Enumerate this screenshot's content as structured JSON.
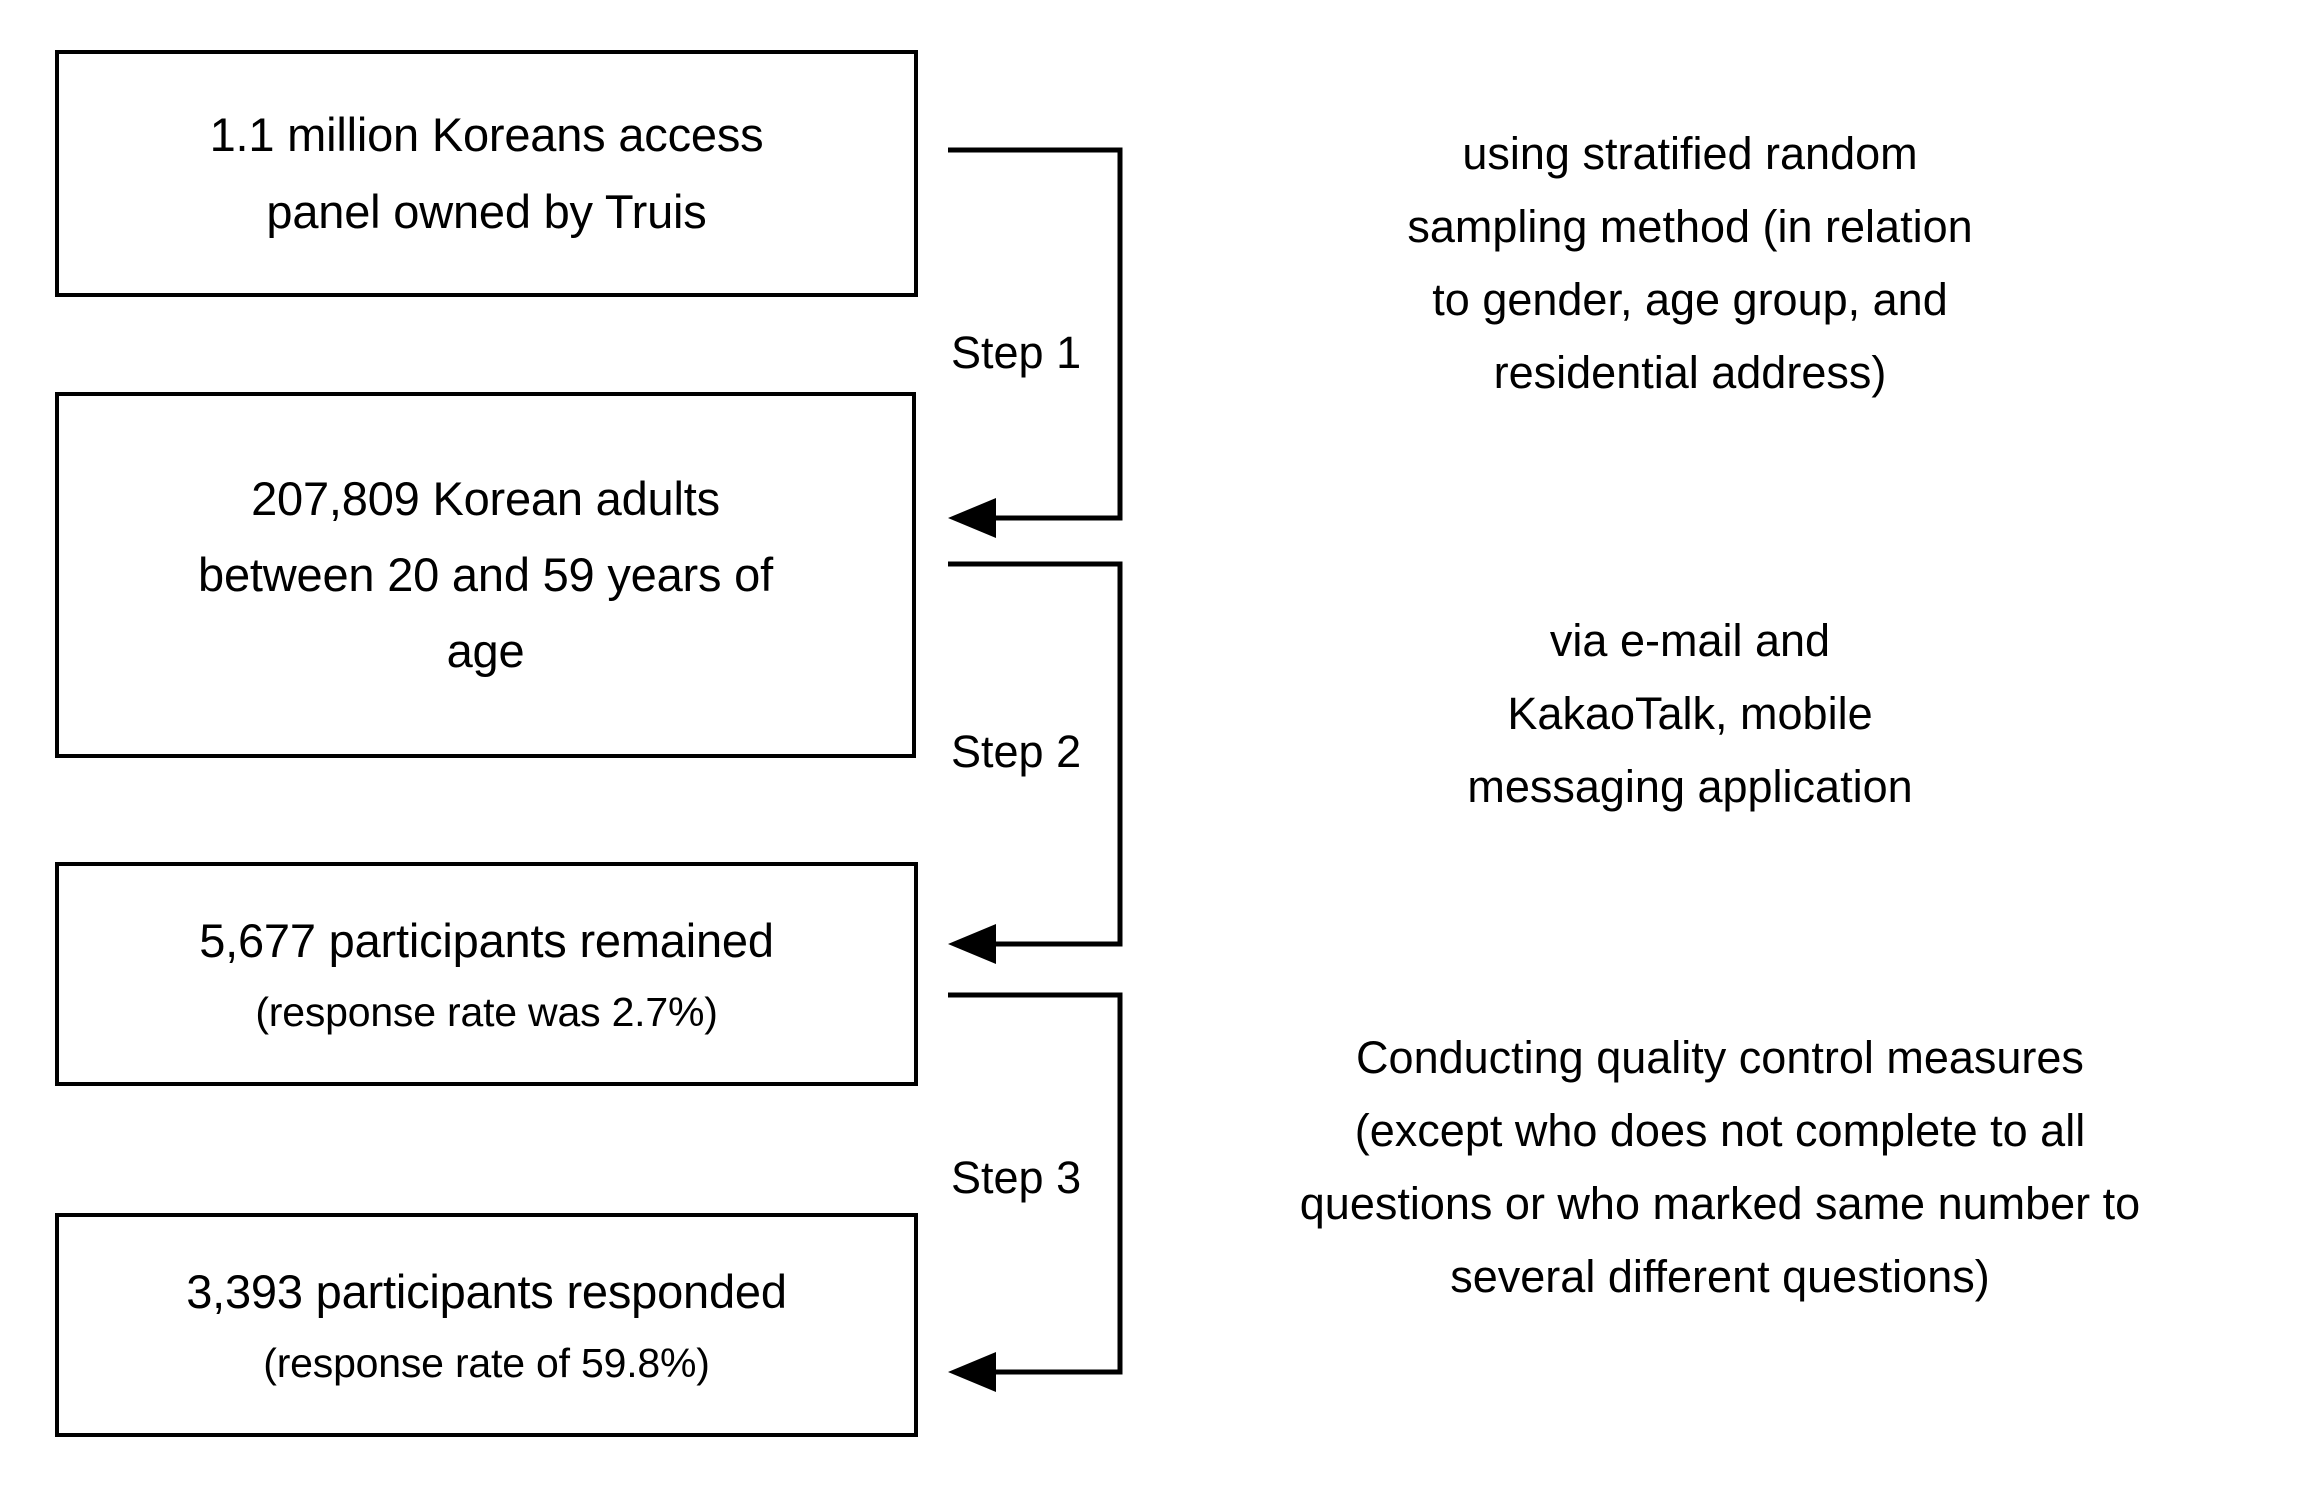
{
  "figure": {
    "type": "flowchart",
    "orientation": "vertical-with-side-notes",
    "boxes": [
      {
        "id": "box-population",
        "lines": [
          {
            "text": "1.1 million Koreans access",
            "emphasis": "primary"
          },
          {
            "text": "panel owned by Truis",
            "emphasis": "primary"
          }
        ]
      },
      {
        "id": "box-eligible",
        "lines": [
          {
            "text": "207,809 Korean adults",
            "emphasis": "primary"
          },
          {
            "text": "between 20 and 59 years of",
            "emphasis": "primary"
          },
          {
            "text": "age",
            "emphasis": "primary"
          }
        ]
      },
      {
        "id": "box-remained",
        "lines": [
          {
            "text": "5,677 participants remained",
            "emphasis": "primary"
          },
          {
            "text": "(response rate was 2.7%)",
            "emphasis": "secondary"
          }
        ]
      },
      {
        "id": "box-responded",
        "lines": [
          {
            "text": "3,393 participants responded",
            "emphasis": "primary"
          },
          {
            "text": "(response rate of 59.8%)",
            "emphasis": "secondary"
          }
        ]
      }
    ],
    "steps": [
      {
        "id": "step-1",
        "label": "Step 1"
      },
      {
        "id": "step-2",
        "label": "Step 2"
      },
      {
        "id": "step-3",
        "label": "Step 3"
      }
    ],
    "notes": [
      {
        "id": "note-sampling",
        "lines": [
          "using stratified random",
          "sampling method (in relation",
          "to gender, age group, and",
          "residential address)"
        ]
      },
      {
        "id": "note-contact",
        "lines": [
          "via e-mail and",
          "KakaoTalk, mobile",
          "messaging application"
        ]
      },
      {
        "id": "note-quality",
        "lines": [
          "Conducting quality control measures",
          "(except who does not complete to all",
          "questions or who marked same number to",
          "several different questions)"
        ]
      }
    ],
    "colors": {
      "stroke": "#000000",
      "text": "#000000",
      "background": "#ffffff"
    }
  }
}
